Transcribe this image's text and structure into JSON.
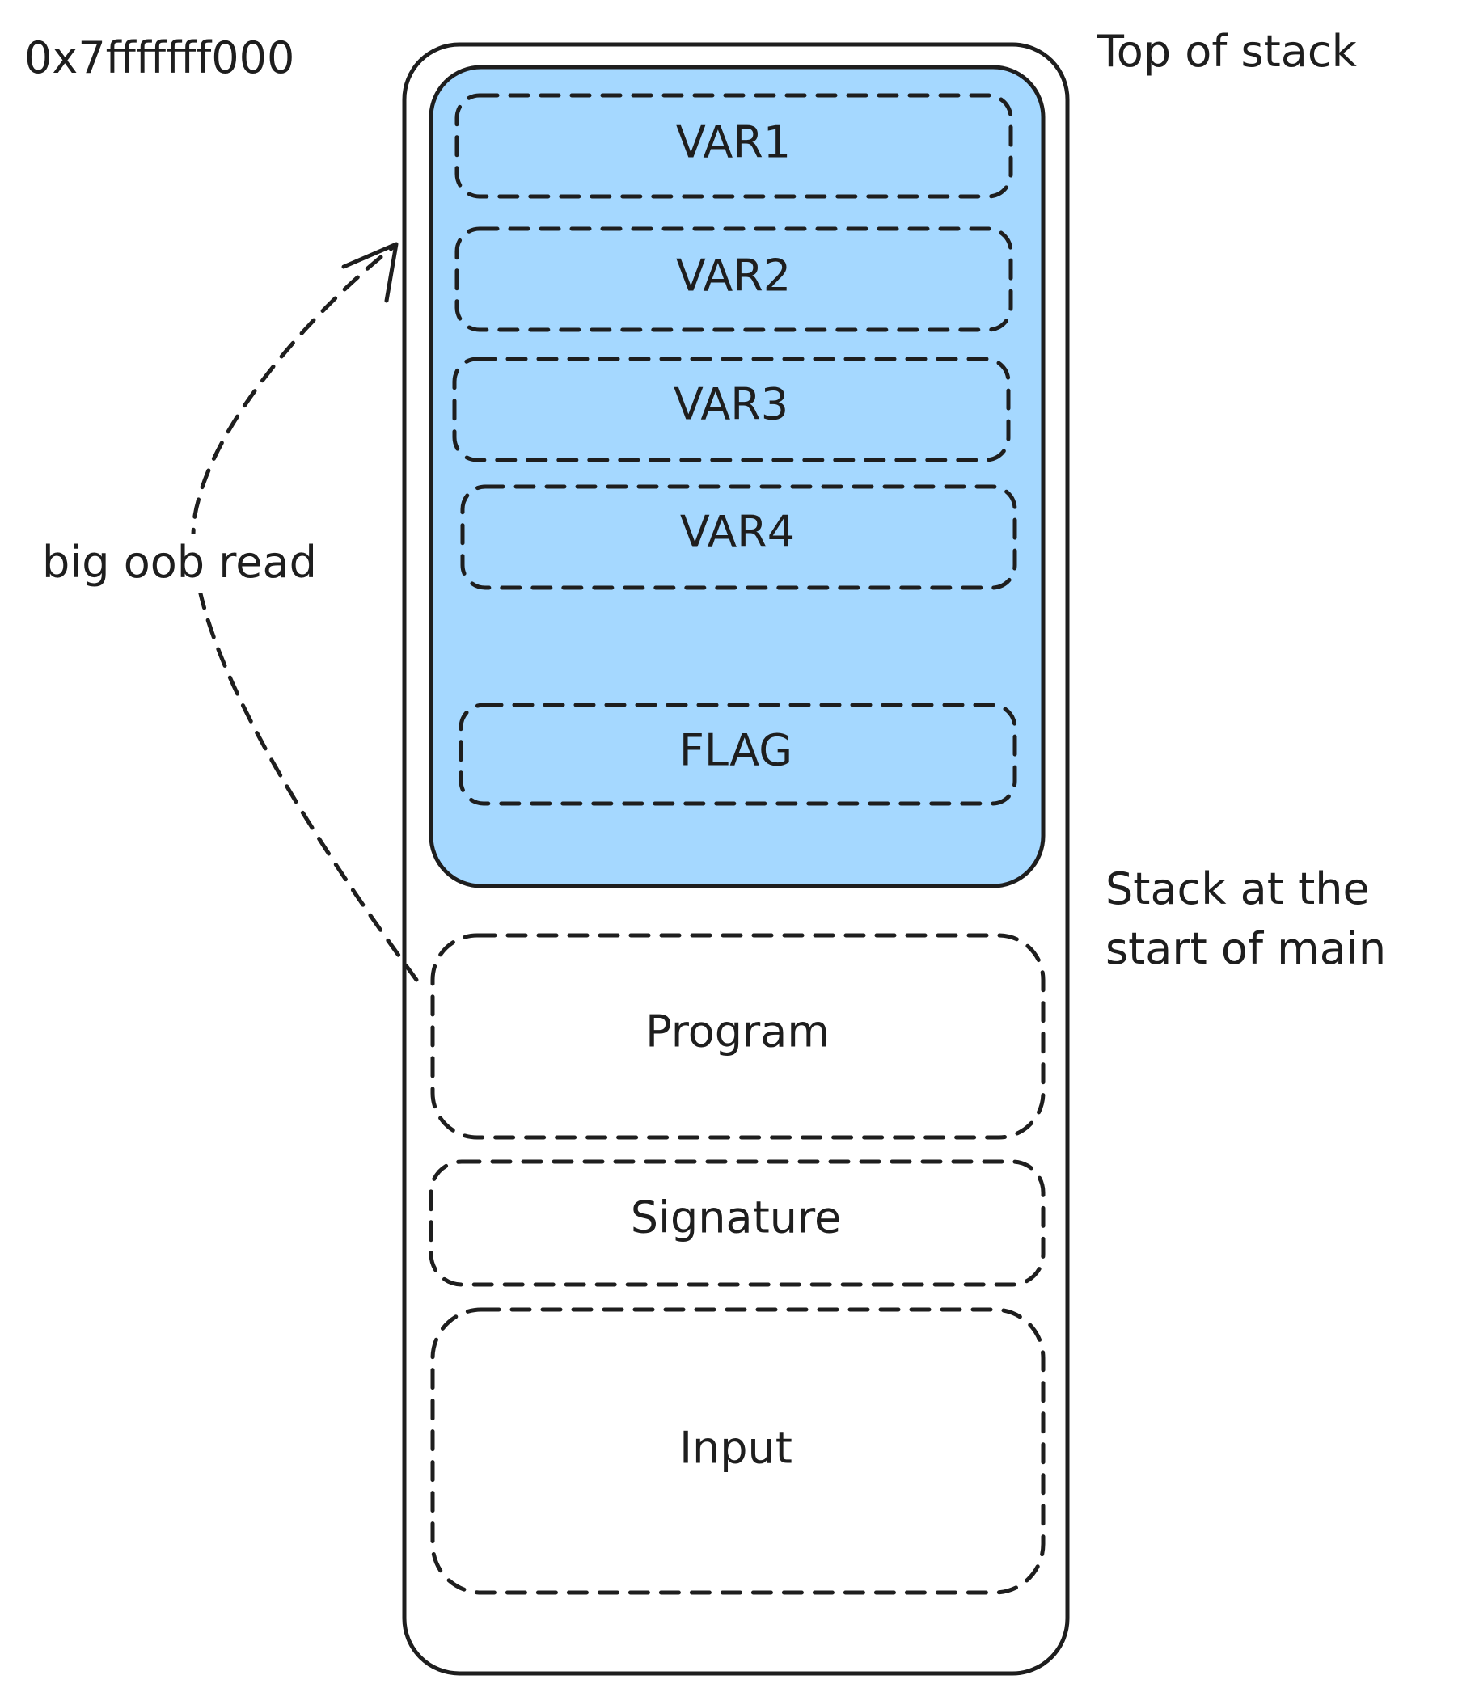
{
  "annotations": {
    "address": "0x7fffffff000",
    "top_of_stack": "Top of stack",
    "stack_main_line1": "Stack at the",
    "stack_main_line2": "start of main",
    "arrow_label": "big oob read"
  },
  "highlight_region": {
    "fill_color": "#a5d8ff",
    "items": [
      "VAR1",
      "VAR2",
      "VAR3",
      "VAR4",
      "FLAG"
    ]
  },
  "lower_region": {
    "items": [
      "Program",
      "Signature",
      "Input"
    ]
  },
  "colors": {
    "stroke": "#1e1e1e",
    "background": "#ffffff",
    "highlight": "#a5d8ff"
  }
}
